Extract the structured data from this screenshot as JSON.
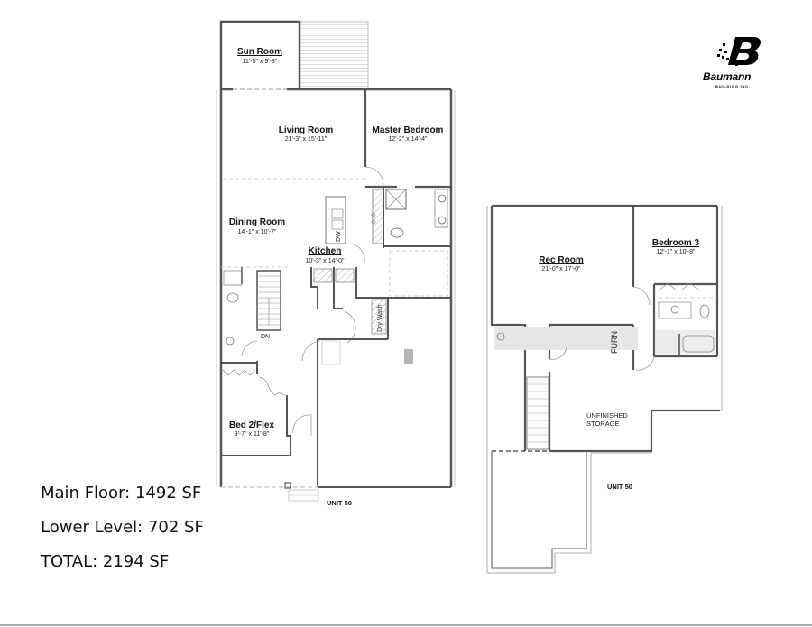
{
  "brand": {
    "logo_glyph": "B",
    "name": "Baumann",
    "subtitle": "BUILDING INC."
  },
  "main_floor": {
    "unit_label": "UNIT 50",
    "rooms": [
      {
        "name": "Sun Room",
        "dims": "11'-5\" x 9'-8\""
      },
      {
        "name": "Living Room",
        "dims": "21'-3\" x 15'-11\""
      },
      {
        "name": "Master Bedroom",
        "dims": "12'-2\" x 14'-4\""
      },
      {
        "name": "Dining Room",
        "dims": "14'-1\" x 10'-7\""
      },
      {
        "name": "Kitchen",
        "dims": "10'-3\" x 14'-0\""
      },
      {
        "name": "Bed 2/Flex",
        "dims": "9'-7\" x 11'-8\""
      }
    ],
    "labels": {
      "dishwasher": "DW",
      "stairs_down": "DN",
      "laundry": "Dry Wash"
    }
  },
  "lower_level": {
    "unit_label": "UNIT 50",
    "rooms": [
      {
        "name": "Rec Room",
        "dims": "21'-0\" x 17'-0\""
      },
      {
        "name": "Bedroom 3",
        "dims": "12'-1\" x 10'-8\""
      }
    ],
    "labels": {
      "furnace": "FURN",
      "storage_line1": "UNFINISHED",
      "storage_line2": "STORAGE"
    }
  },
  "square_footage": {
    "main_floor": "Main Floor: 1492 SF",
    "lower_level": "Lower Level: 702 SF",
    "total": "TOTAL: 2194 SF"
  },
  "colors": {
    "wall": "#555555",
    "wall_light": "#9a9a9a",
    "shade": "#e6e6e6",
    "text": "#111111"
  }
}
